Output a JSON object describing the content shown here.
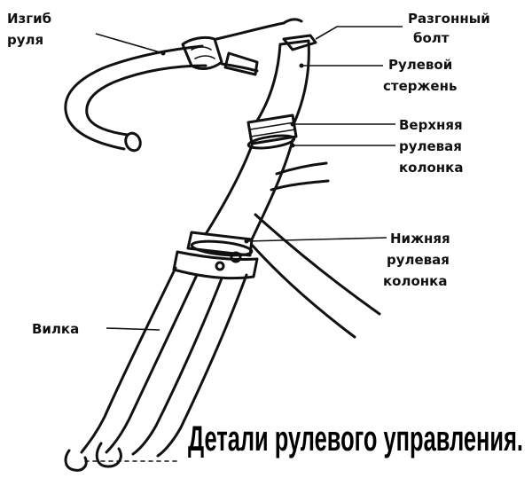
{
  "diagram": {
    "title": "Детали рулевого управления.",
    "labels": {
      "bar_bend": [
        "Изгиб",
        "руля"
      ],
      "expander_bolt": [
        "Разгонный",
        "болт"
      ],
      "stem": [
        "Рулевой",
        "стержень"
      ],
      "upper_headset": [
        "Верхняя",
        "рулевая",
        "колонка"
      ],
      "lower_headset": [
        "Нижняя",
        "рулевая",
        "колонка"
      ],
      "fork": [
        "Вилка"
      ]
    }
  }
}
